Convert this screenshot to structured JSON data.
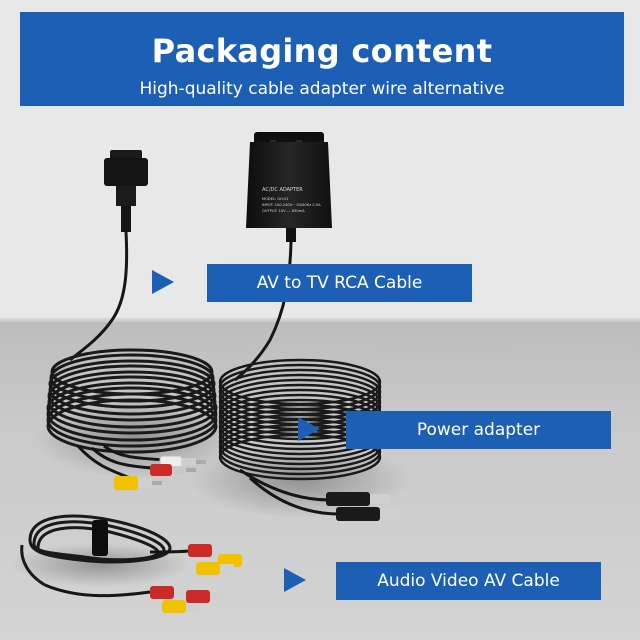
{
  "banner": {
    "title": "Packaging content",
    "subtitle": "High-quality cable adapter wire alternative"
  },
  "labels": {
    "av_rca": "AV to TV RCA Cable",
    "power": "Power adapter",
    "av_cable": "Audio Video AV Cable"
  },
  "adapter_label": {
    "title": "AC/DC ADAPTER",
    "spec_lines": [
      "MODEL: GH-01",
      "INPUT: 100-240V~ 50/60Hz 0.5A",
      "OUTPUT: 10V --- 850mA"
    ]
  },
  "colors": {
    "brand_blue": "#1d5fb4",
    "cable_black": "#161616",
    "rca_yellow": "#f2c200",
    "rca_red": "#d12a2a",
    "rca_white": "#f2f2f2"
  }
}
